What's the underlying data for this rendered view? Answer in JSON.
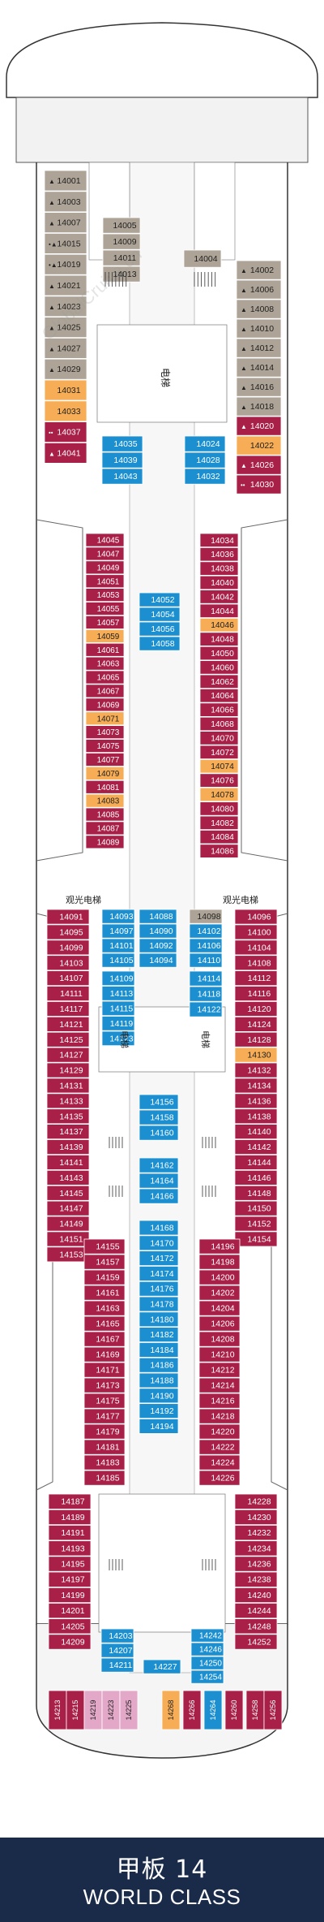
{
  "footer": {
    "deck_cn": "甲板 14",
    "ship_class": "WORLD CLASS"
  },
  "labels": {
    "elevator": "电梯",
    "panoramic_elevator": "观光电梯",
    "watermark": "GlobalCruise.cn"
  },
  "legend_colors": {
    "gray": "#ada497",
    "orange": "#f6ad55",
    "red": "#a81f47",
    "blue": "#1b8fd0",
    "pink": "#e3a8c8",
    "white": "#ffffff"
  },
  "cabins": [
    {
      "id": "14001",
      "color": "gray",
      "icon": "triangle"
    },
    {
      "id": "14003",
      "color": "gray",
      "icon": "triangle"
    },
    {
      "id": "14007",
      "color": "gray",
      "icon": "triangle"
    },
    {
      "id": "14015",
      "color": "gray",
      "icon": "dot-triangle"
    },
    {
      "id": "14019",
      "color": "gray",
      "icon": "dot-triangle"
    },
    {
      "id": "14021",
      "color": "gray",
      "icon": "triangle"
    },
    {
      "id": "14023",
      "color": "gray",
      "icon": "triangle"
    },
    {
      "id": "14025",
      "color": "gray",
      "icon": "triangle"
    },
    {
      "id": "14027",
      "color": "gray",
      "icon": "triangle"
    },
    {
      "id": "14029",
      "color": "gray",
      "icon": "triangle"
    },
    {
      "id": "14031",
      "color": "orange"
    },
    {
      "id": "14033",
      "color": "orange"
    },
    {
      "id": "14037",
      "color": "red",
      "icon": "dots"
    },
    {
      "id": "14041",
      "color": "red",
      "icon": "triangle"
    },
    {
      "id": "14005",
      "color": "gray"
    },
    {
      "id": "14009",
      "color": "gray"
    },
    {
      "id": "14011",
      "color": "gray"
    },
    {
      "id": "14013",
      "color": "gray"
    },
    {
      "id": "14004",
      "color": "gray"
    },
    {
      "id": "14002",
      "color": "gray",
      "icon": "triangle"
    },
    {
      "id": "14006",
      "color": "gray",
      "icon": "triangle"
    },
    {
      "id": "14008",
      "color": "gray",
      "icon": "triangle"
    },
    {
      "id": "14010",
      "color": "gray",
      "icon": "triangle"
    },
    {
      "id": "14012",
      "color": "gray",
      "icon": "triangle"
    },
    {
      "id": "14014",
      "color": "gray",
      "icon": "triangle"
    },
    {
      "id": "14016",
      "color": "gray",
      "icon": "triangle"
    },
    {
      "id": "14018",
      "color": "gray",
      "icon": "triangle"
    },
    {
      "id": "14020",
      "color": "red",
      "icon": "triangle"
    },
    {
      "id": "14022",
      "color": "orange"
    },
    {
      "id": "14026",
      "color": "red",
      "icon": "triangle"
    },
    {
      "id": "14030",
      "color": "red",
      "icon": "dots"
    },
    {
      "id": "14035",
      "color": "blue"
    },
    {
      "id": "14039",
      "color": "blue"
    },
    {
      "id": "14043",
      "color": "blue"
    },
    {
      "id": "14024",
      "color": "blue"
    },
    {
      "id": "14028",
      "color": "blue"
    },
    {
      "id": "14032",
      "color": "blue"
    },
    {
      "id": "14045",
      "color": "red"
    },
    {
      "id": "14047",
      "color": "red"
    },
    {
      "id": "14049",
      "color": "red"
    },
    {
      "id": "14051",
      "color": "red"
    },
    {
      "id": "14053",
      "color": "red"
    },
    {
      "id": "14055",
      "color": "red"
    },
    {
      "id": "14057",
      "color": "red"
    },
    {
      "id": "14059",
      "color": "orange"
    },
    {
      "id": "14061",
      "color": "red"
    },
    {
      "id": "14063",
      "color": "red"
    },
    {
      "id": "14065",
      "color": "red"
    },
    {
      "id": "14067",
      "color": "red"
    },
    {
      "id": "14069",
      "color": "red"
    },
    {
      "id": "14071",
      "color": "orange"
    },
    {
      "id": "14073",
      "color": "red"
    },
    {
      "id": "14075",
      "color": "red"
    },
    {
      "id": "14077",
      "color": "red"
    },
    {
      "id": "14079",
      "color": "orange"
    },
    {
      "id": "14081",
      "color": "red"
    },
    {
      "id": "14083",
      "color": "orange"
    },
    {
      "id": "14085",
      "color": "red"
    },
    {
      "id": "14087",
      "color": "red"
    },
    {
      "id": "14089",
      "color": "red"
    },
    {
      "id": "14052",
      "color": "blue"
    },
    {
      "id": "14054",
      "color": "blue"
    },
    {
      "id": "14056",
      "color": "blue"
    },
    {
      "id": "14058",
      "color": "blue"
    },
    {
      "id": "14034",
      "color": "red"
    },
    {
      "id": "14036",
      "color": "red"
    },
    {
      "id": "14038",
      "color": "red"
    },
    {
      "id": "14040",
      "color": "red"
    },
    {
      "id": "14042",
      "color": "red"
    },
    {
      "id": "14044",
      "color": "red"
    },
    {
      "id": "14046",
      "color": "orange"
    },
    {
      "id": "14048",
      "color": "red"
    },
    {
      "id": "14050",
      "color": "red"
    },
    {
      "id": "14060",
      "color": "red"
    },
    {
      "id": "14062",
      "color": "red"
    },
    {
      "id": "14064",
      "color": "red"
    },
    {
      "id": "14066",
      "color": "red"
    },
    {
      "id": "14068",
      "color": "red"
    },
    {
      "id": "14070",
      "color": "red"
    },
    {
      "id": "14072",
      "color": "red"
    },
    {
      "id": "14074",
      "color": "orange"
    },
    {
      "id": "14076",
      "color": "red"
    },
    {
      "id": "14078",
      "color": "orange"
    },
    {
      "id": "14080",
      "color": "red"
    },
    {
      "id": "14082",
      "color": "red"
    },
    {
      "id": "14084",
      "color": "red"
    },
    {
      "id": "14086",
      "color": "red"
    },
    {
      "id": "14091",
      "color": "red"
    },
    {
      "id": "14095",
      "color": "red"
    },
    {
      "id": "14099",
      "color": "red"
    },
    {
      "id": "14103",
      "color": "red"
    },
    {
      "id": "14107",
      "color": "red"
    },
    {
      "id": "14111",
      "color": "red"
    },
    {
      "id": "14117",
      "color": "red"
    },
    {
      "id": "14121",
      "color": "red"
    },
    {
      "id": "14125",
      "color": "red"
    },
    {
      "id": "14127",
      "color": "red"
    },
    {
      "id": "14129",
      "color": "red"
    },
    {
      "id": "14131",
      "color": "red"
    },
    {
      "id": "14133",
      "color": "red"
    },
    {
      "id": "14135",
      "color": "red"
    },
    {
      "id": "14137",
      "color": "red"
    },
    {
      "id": "14139",
      "color": "red"
    },
    {
      "id": "14141",
      "color": "red"
    },
    {
      "id": "14143",
      "color": "red"
    },
    {
      "id": "14145",
      "color": "red"
    },
    {
      "id": "14147",
      "color": "red"
    },
    {
      "id": "14149",
      "color": "red"
    },
    {
      "id": "14151",
      "color": "red"
    },
    {
      "id": "14153",
      "color": "red"
    },
    {
      "id": "14093",
      "color": "blue"
    },
    {
      "id": "14097",
      "color": "blue"
    },
    {
      "id": "14101",
      "color": "blue"
    },
    {
      "id": "14105",
      "color": "blue"
    },
    {
      "id": "14109",
      "color": "blue"
    },
    {
      "id": "14113",
      "color": "blue"
    },
    {
      "id": "14115",
      "color": "blue"
    },
    {
      "id": "14119",
      "color": "blue"
    },
    {
      "id": "14123",
      "color": "blue"
    },
    {
      "id": "14088",
      "color": "blue"
    },
    {
      "id": "14090",
      "color": "blue"
    },
    {
      "id": "14092",
      "color": "blue"
    },
    {
      "id": "14094",
      "color": "blue"
    },
    {
      "id": "14098",
      "color": "gray"
    },
    {
      "id": "14102",
      "color": "blue"
    },
    {
      "id": "14106",
      "color": "blue"
    },
    {
      "id": "14110",
      "color": "blue"
    },
    {
      "id": "14114",
      "color": "blue"
    },
    {
      "id": "14118",
      "color": "blue"
    },
    {
      "id": "14122",
      "color": "blue"
    },
    {
      "id": "14096",
      "color": "red"
    },
    {
      "id": "14100",
      "color": "red"
    },
    {
      "id": "14104",
      "color": "red"
    },
    {
      "id": "14108",
      "color": "red"
    },
    {
      "id": "14112",
      "color": "red"
    },
    {
      "id": "14116",
      "color": "red"
    },
    {
      "id": "14120",
      "color": "red"
    },
    {
      "id": "14124",
      "color": "red"
    },
    {
      "id": "14126",
      "color": "red"
    },
    {
      "id": "14128",
      "color": "red"
    },
    {
      "id": "14130",
      "color": "orange"
    },
    {
      "id": "14132",
      "color": "red"
    },
    {
      "id": "14134",
      "color": "red"
    },
    {
      "id": "14136",
      "color": "red"
    },
    {
      "id": "14138",
      "color": "red"
    },
    {
      "id": "14140",
      "color": "red"
    },
    {
      "id": "14142",
      "color": "red"
    },
    {
      "id": "14144",
      "color": "red"
    },
    {
      "id": "14146",
      "color": "red"
    },
    {
      "id": "14148",
      "color": "red"
    },
    {
      "id": "14150",
      "color": "red"
    },
    {
      "id": "14152",
      "color": "red"
    },
    {
      "id": "14154",
      "color": "red"
    },
    {
      "id": "14156",
      "color": "blue"
    },
    {
      "id": "14158",
      "color": "blue"
    },
    {
      "id": "14160",
      "color": "blue"
    },
    {
      "id": "14162",
      "color": "blue"
    },
    {
      "id": "14164",
      "color": "blue"
    },
    {
      "id": "14166",
      "color": "blue"
    },
    {
      "id": "14168",
      "color": "blue"
    },
    {
      "id": "14170",
      "color": "blue"
    },
    {
      "id": "14172",
      "color": "blue"
    },
    {
      "id": "14174",
      "color": "blue"
    },
    {
      "id": "14176",
      "color": "blue"
    },
    {
      "id": "14178",
      "color": "blue"
    },
    {
      "id": "14180",
      "color": "blue"
    },
    {
      "id": "14182",
      "color": "blue"
    },
    {
      "id": "14184",
      "color": "blue"
    },
    {
      "id": "14186",
      "color": "blue"
    },
    {
      "id": "14188",
      "color": "blue"
    },
    {
      "id": "14190",
      "color": "blue"
    },
    {
      "id": "14192",
      "color": "blue"
    },
    {
      "id": "14194",
      "color": "blue"
    },
    {
      "id": "14155",
      "color": "red"
    },
    {
      "id": "14157",
      "color": "red"
    },
    {
      "id": "14159",
      "color": "red"
    },
    {
      "id": "14161",
      "color": "red"
    },
    {
      "id": "14163",
      "color": "red"
    },
    {
      "id": "14165",
      "color": "red"
    },
    {
      "id": "14167",
      "color": "red"
    },
    {
      "id": "14169",
      "color": "red"
    },
    {
      "id": "14171",
      "color": "red"
    },
    {
      "id": "14173",
      "color": "red"
    },
    {
      "id": "14175",
      "color": "red"
    },
    {
      "id": "14177",
      "color": "red"
    },
    {
      "id": "14179",
      "color": "red"
    },
    {
      "id": "14181",
      "color": "red"
    },
    {
      "id": "14183",
      "color": "red"
    },
    {
      "id": "14185",
      "color": "red"
    },
    {
      "id": "14196",
      "color": "red"
    },
    {
      "id": "14198",
      "color": "red"
    },
    {
      "id": "14200",
      "color": "red"
    },
    {
      "id": "14202",
      "color": "red"
    },
    {
      "id": "14204",
      "color": "red"
    },
    {
      "id": "14206",
      "color": "red"
    },
    {
      "id": "14208",
      "color": "red"
    },
    {
      "id": "14210",
      "color": "red"
    },
    {
      "id": "14212",
      "color": "red"
    },
    {
      "id": "14214",
      "color": "red"
    },
    {
      "id": "14216",
      "color": "red"
    },
    {
      "id": "14218",
      "color": "red"
    },
    {
      "id": "14220",
      "color": "red"
    },
    {
      "id": "14222",
      "color": "red"
    },
    {
      "id": "14224",
      "color": "red"
    },
    {
      "id": "14226",
      "color": "red"
    },
    {
      "id": "14187",
      "color": "red"
    },
    {
      "id": "14189",
      "color": "red"
    },
    {
      "id": "14191",
      "color": "red"
    },
    {
      "id": "14193",
      "color": "red"
    },
    {
      "id": "14195",
      "color": "red"
    },
    {
      "id": "14197",
      "color": "red"
    },
    {
      "id": "14199",
      "color": "red"
    },
    {
      "id": "14201",
      "color": "red"
    },
    {
      "id": "14205",
      "color": "red"
    },
    {
      "id": "14209",
      "color": "red"
    },
    {
      "id": "14203",
      "color": "blue"
    },
    {
      "id": "14207",
      "color": "blue"
    },
    {
      "id": "14211",
      "color": "blue"
    },
    {
      "id": "14227",
      "color": "blue"
    },
    {
      "id": "14242",
      "color": "blue"
    },
    {
      "id": "14246",
      "color": "blue"
    },
    {
      "id": "14250",
      "color": "blue"
    },
    {
      "id": "14254",
      "color": "blue"
    },
    {
      "id": "14228",
      "color": "red"
    },
    {
      "id": "14230",
      "color": "red"
    },
    {
      "id": "14232",
      "color": "red"
    },
    {
      "id": "14234",
      "color": "red"
    },
    {
      "id": "14236",
      "color": "red"
    },
    {
      "id": "14238",
      "color": "red"
    },
    {
      "id": "14240",
      "color": "red"
    },
    {
      "id": "14244",
      "color": "red"
    },
    {
      "id": "14248",
      "color": "red"
    },
    {
      "id": "14252",
      "color": "red"
    },
    {
      "id": "14213",
      "color": "red"
    },
    {
      "id": "14215",
      "color": "red"
    },
    {
      "id": "14219",
      "color": "pink"
    },
    {
      "id": "14223",
      "color": "pink"
    },
    {
      "id": "14225",
      "color": "pink"
    },
    {
      "id": "14268",
      "color": "orange"
    },
    {
      "id": "14266",
      "color": "red"
    },
    {
      "id": "14264",
      "color": "blue"
    },
    {
      "id": "14260",
      "color": "red"
    },
    {
      "id": "14258",
      "color": "red"
    },
    {
      "id": "14256",
      "color": "red"
    }
  ]
}
